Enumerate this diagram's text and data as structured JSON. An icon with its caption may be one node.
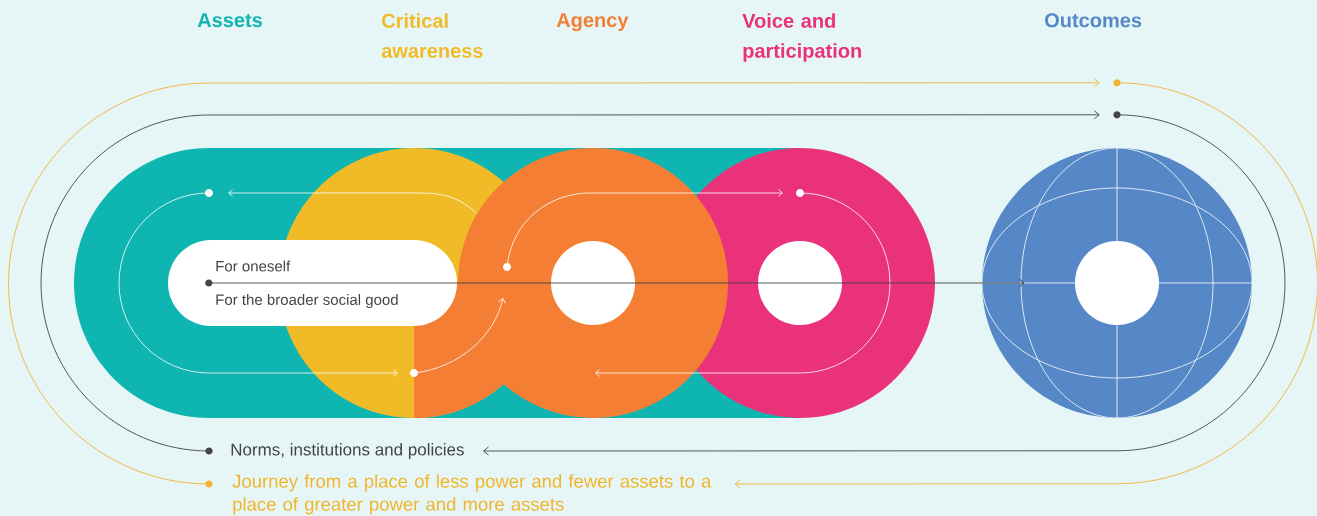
{
  "diagram": {
    "nodes": [
      {
        "text": [
          "For oneself",
          "For the broader social good"
        ]
      },
      {
        "text": [],
        "shape": "circle"
      },
      {
        "text": [
          "Norms, institutions and policies"
        ]
      },
      {
        "text": [
          "Journey from a place of less power and fewer assets to a place of greater power and more assets"
        ]
      }
    ],
    "edges": [
      {
        "from": 0,
        "to": 1,
        "arrow": "to"
      },
      {
        "from": 2,
        "to": 1,
        "arrow": "to"
      },
      {
        "from": 1,
        "to": 2,
        "arrow": "to"
      },
      {
        "from": 3,
        "to": 1,
        "arrow": "to",
        "color": "#f2b233"
      },
      {
        "from": 1,
        "to": 3,
        "arrow": "to",
        "color": "#f2b233"
      }
    ],
    "labels": [
      "Assets",
      "Critical awareness",
      "Agency",
      "Voice and participation",
      "Outcomes"
    ]
  }
}
